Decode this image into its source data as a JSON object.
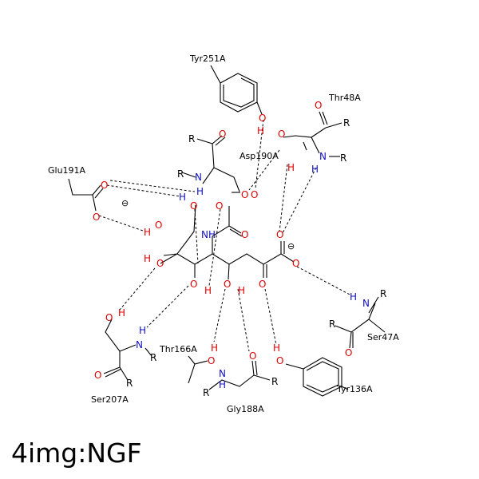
{
  "caption": "4img:NGF",
  "residues": {
    "tyr251": "Tyr251A",
    "thr48": "Thr48A",
    "asp190": "Asp190A",
    "glu191": "Glu191A",
    "ser47": "Ser47A",
    "ser207": "Ser207A",
    "thr166": "Thr166A",
    "gly188": "Gly188A",
    "tyr136": "Tyr136A"
  },
  "atoms": {
    "O": "O",
    "N": "N",
    "H": "H",
    "R": "R",
    "NH": "NH",
    "charge": "⊖"
  }
}
